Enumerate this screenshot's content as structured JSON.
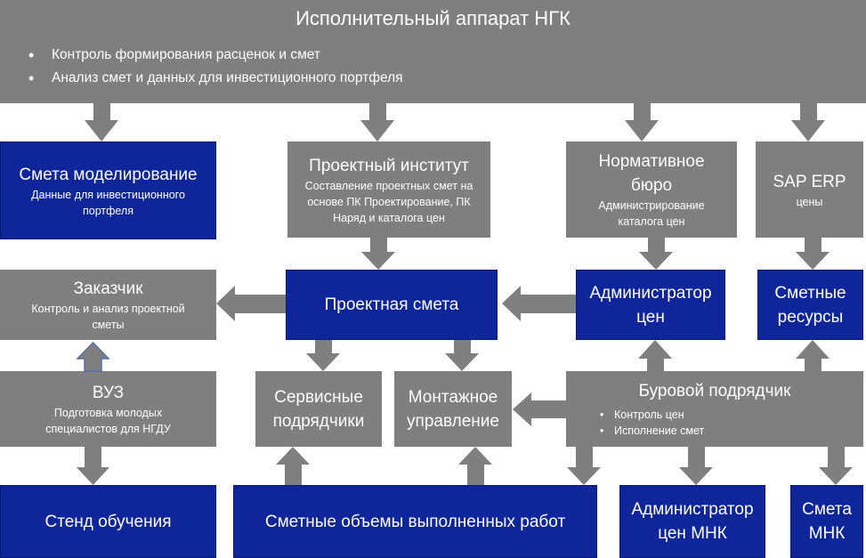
{
  "header": {
    "title": "Исполнительный аппарат НГК",
    "bullets": [
      "Контроль формирования расценок и смет",
      "Анализ смет и данных для инвестиционного портфеля"
    ]
  },
  "boxes": {
    "smeta_model": {
      "title": "Смета моделирование",
      "sub": "Данные для инвестиционного портфеля"
    },
    "proj_inst": {
      "title": "Проектный институт",
      "sub": "Составление проектных смет на основе ПК Проектирование, ПК Наряд и каталога цен"
    },
    "norm_buro": {
      "title": "Нормативное бюро",
      "sub": "Администрирование каталога цен"
    },
    "sap": {
      "title": "SAP ERP",
      "sub": "цены"
    },
    "zakazchik": {
      "title": "Заказчик",
      "sub": "Контроль и анализ проектной сметы"
    },
    "proj_smeta": {
      "title": "Проектная смета"
    },
    "admin_cen": {
      "title": "Администратор цен"
    },
    "smet_res": {
      "title": "Сметные ресурсы"
    },
    "vuz": {
      "title": "ВУЗ",
      "sub": "Подготовка молодых специалистов для НГДУ"
    },
    "service": {
      "title": "Сервисные подрядчики"
    },
    "montazh": {
      "title": "Монтажное управление"
    },
    "burovoi": {
      "title": "Буровой подрядчик",
      "bullets": [
        "Контроль цен",
        "Исполнение смет"
      ]
    },
    "stend": {
      "title": "Стенд обучения"
    },
    "objemy": {
      "title": "Сметные объемы выполненных работ"
    },
    "admin_mnk": {
      "title": "Администратор цен МНК"
    },
    "smeta_mnk": {
      "title": "Смета МНК"
    }
  },
  "colors": {
    "gray": "#7f7f7f",
    "blue": "#0f259a",
    "arrow": "#7f7f7f"
  }
}
